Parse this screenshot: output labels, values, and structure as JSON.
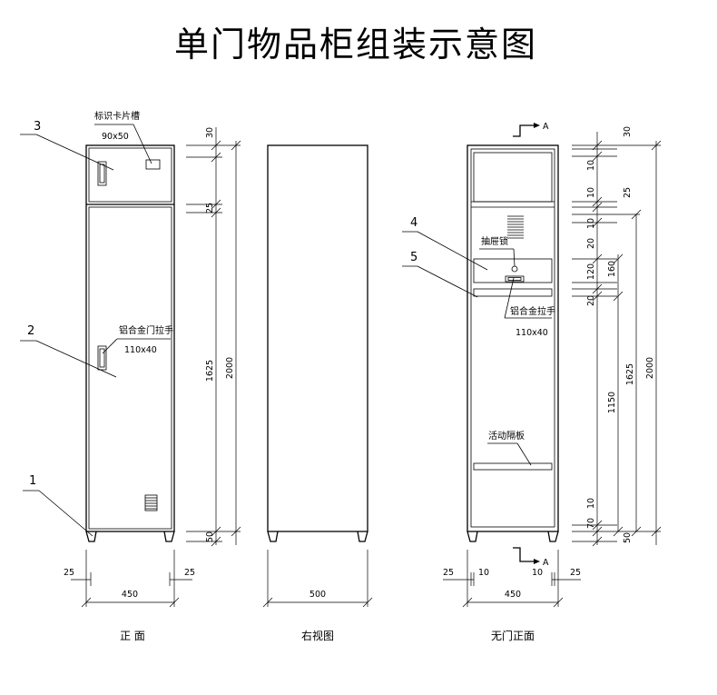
{
  "title": "单门物品柜组装示意图",
  "front": {
    "view_caption": "正   面",
    "part_numbers": [
      "1",
      "2",
      "3"
    ],
    "card_slot_label": "标识卡片槽",
    "card_slot_size": "90x50",
    "handle_label": "铝合金门拉手",
    "handle_size": "110x40",
    "dims": {
      "top": "30",
      "gap": "25",
      "body": "1625",
      "total": "2000",
      "base": "50",
      "side_left": "25",
      "side_right": "25",
      "width": "450"
    }
  },
  "side": {
    "view_caption": "右视图",
    "dims": {
      "depth": "500"
    }
  },
  "open": {
    "view_caption": "无门正面",
    "part_numbers": [
      "4",
      "5"
    ],
    "section_mark": "A",
    "drawer_lock_label": "抽屉锁",
    "handle_label": "铝合金拉手",
    "handle_size": "110x40",
    "shelf_label": "活动隔板",
    "dims": {
      "top": "30",
      "a": "10",
      "b": "10",
      "c": "25",
      "d": "10",
      "e": "20",
      "drawer": "120",
      "drawer_total": "160",
      "f": "20",
      "compartment": "1150",
      "body": "1625",
      "total": "2000",
      "g": "10",
      "h": "70",
      "base": "50",
      "side_l1": "25",
      "side_l2": "10",
      "side_r1": "10",
      "side_r2": "25",
      "width": "450"
    }
  }
}
